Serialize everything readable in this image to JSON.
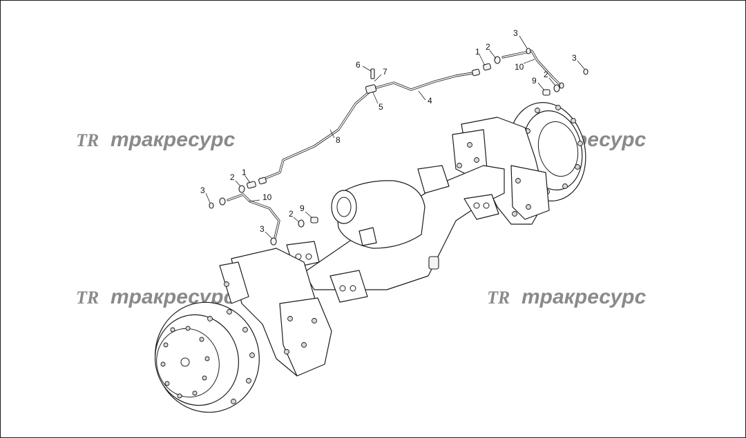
{
  "watermarks": [
    "тракресурс",
    "тракресурс",
    "тракресурс",
    "тракресурс"
  ],
  "watermark_logo": "TR",
  "callouts": [
    "1",
    "2",
    "3",
    "3",
    "3",
    "3",
    "2",
    "1",
    "10",
    "10",
    "2",
    "9",
    "9",
    "2",
    "6",
    "7",
    "5",
    "4",
    "8"
  ]
}
